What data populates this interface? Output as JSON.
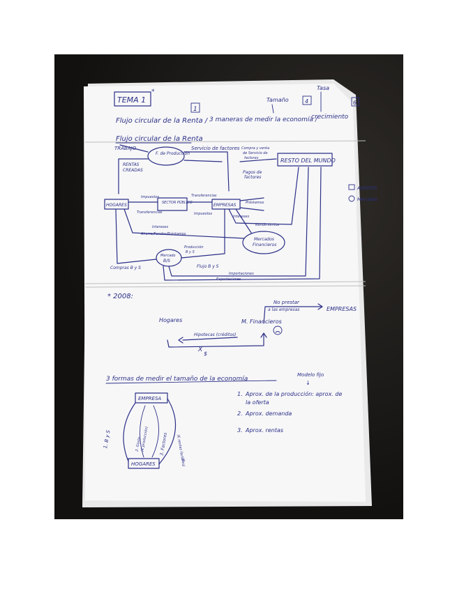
{
  "header": {
    "title_box": "TEMA 1",
    "title_superscript": "*",
    "num_1": "1",
    "num_4": "4",
    "num_6": "6",
    "subtitle_a": "Flujo circular de la Renta /",
    "subtitle_b": "3 maneras de medir la economía /",
    "subtitle_c": "crecimiento",
    "label_tamano": "Tamaño",
    "label_tasa": "Tasa"
  },
  "flow": {
    "heading": "Flujo circular de la Renta",
    "trabajo": "TRABAJO",
    "f_produccion": "F. de Producción",
    "rentas_1": "RENTAS",
    "rentas_2": "CREADAS",
    "servicio_factores": "Servicio de factores",
    "compra_venta_1": "Compra y venta",
    "compra_venta_2": "de Servicio de",
    "compra_venta_3": "factores",
    "resto_mundo": "RESTO DEL MUNDO",
    "pagos_1": "Pagos de",
    "pagos_2": "factores",
    "hogares": "HOGARES",
    "impuestos_1": "Impuestos",
    "transferencias_1": "Transferencias",
    "sector_publico": "SECTOR PÚBLICO",
    "transferencias_2": "Transferencias",
    "impuestos_2": "Impuestos",
    "empresas": "EMPRESAS",
    "prestamos": "Préstamos",
    "intereses": "Intereses",
    "rendimientos": "Rendimientos",
    "ahorro_1": "Intereses",
    "ahorro_2": "Ahorro/Fondos/Préstamos",
    "mercados_fin_1": "Mercados",
    "mercados_fin_2": "Financieros",
    "mercado_1": "Mercado",
    "mercado_2": "B/S",
    "produccion_1": "Producción",
    "produccion_2": "B y S",
    "compras": "Compras B y S",
    "flujo_bys": "Flujo B y S",
    "importaciones": "Importaciones",
    "exportaciones": "Exportaciones",
    "legend_agentes": "AGENTES",
    "legend_mercados": "Mercados"
  },
  "crisis": {
    "year": "* 2008:",
    "no_prestar_1": "No prestar",
    "no_prestar_2": "a las empresas",
    "empresas": "EMPRESAS",
    "hogares": "Hogares",
    "m_financieros": "M. Financieros",
    "hipotecas": "Hipotecas (créditos)",
    "dollar": "$",
    "cross": "X"
  },
  "measures": {
    "heading": "3 formas de medir el tamaño de la economía",
    "note": "Modelo fijo",
    "arrow": "↓",
    "item1_n": "1.",
    "item1_a": "Aprox. de la producción: aprox. de",
    "item1_b": "la oferta",
    "item2_n": "2.",
    "item2_a": "Aprox. demanda",
    "item3_n": "3.",
    "item3_a": "Aprox. rentas",
    "empresa": "EMPRESA",
    "hogares": "HOGARES",
    "bys": "1. B y S",
    "gasto_1": "2. Gasto",
    "gasto_2": "(€ producción)",
    "factores_1": "3. Factores",
    "factores_2": "(€ rentas factores)",
    "pct": "%"
  }
}
